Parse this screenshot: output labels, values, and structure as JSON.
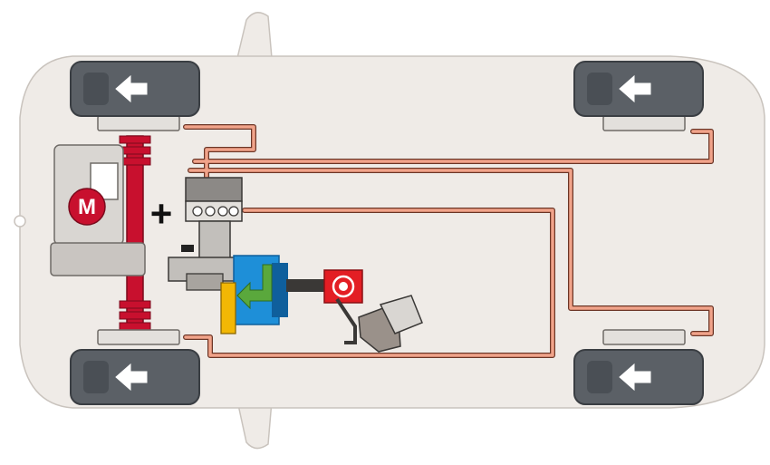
{
  "motor": {
    "label": "M"
  },
  "symbols": {
    "plus": "+"
  },
  "wheels": [
    {
      "position": "front-left",
      "icon": "arrow-left-icon"
    },
    {
      "position": "rear-left",
      "icon": "arrow-left-icon"
    },
    {
      "position": "front-right",
      "icon": "arrow-left-icon"
    },
    {
      "position": "rear-right",
      "icon": "arrow-left-icon"
    }
  ],
  "colors": {
    "body": "#efebe7",
    "body_stroke": "#c9c3bd",
    "tire": "#5b6066",
    "tire_stroke": "#3a3e43",
    "brake_line": "#f1a38a",
    "brake_line_outline": "#6b3526",
    "drive_shaft": "#c8102e",
    "motor_body": "#d9d6d2",
    "motor_badge": "#c8102e",
    "booster": "#1e8fd8",
    "booster_dark": "#0f5f9c",
    "arrow_green": "#5aa83c",
    "light_switch": "#e31e24",
    "yellow_part": "#f2b705"
  }
}
